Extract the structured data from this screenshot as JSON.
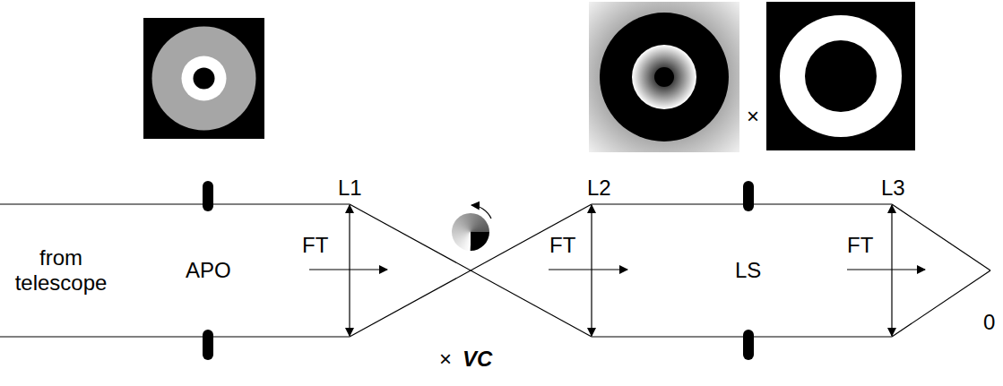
{
  "diagram": {
    "labels": [
      "from telescope",
      "APO",
      "L1",
      "FT",
      "×",
      "VC",
      "L2",
      "FT",
      "LS",
      "×",
      "L3",
      "FT",
      "0"
    ]
  }
}
